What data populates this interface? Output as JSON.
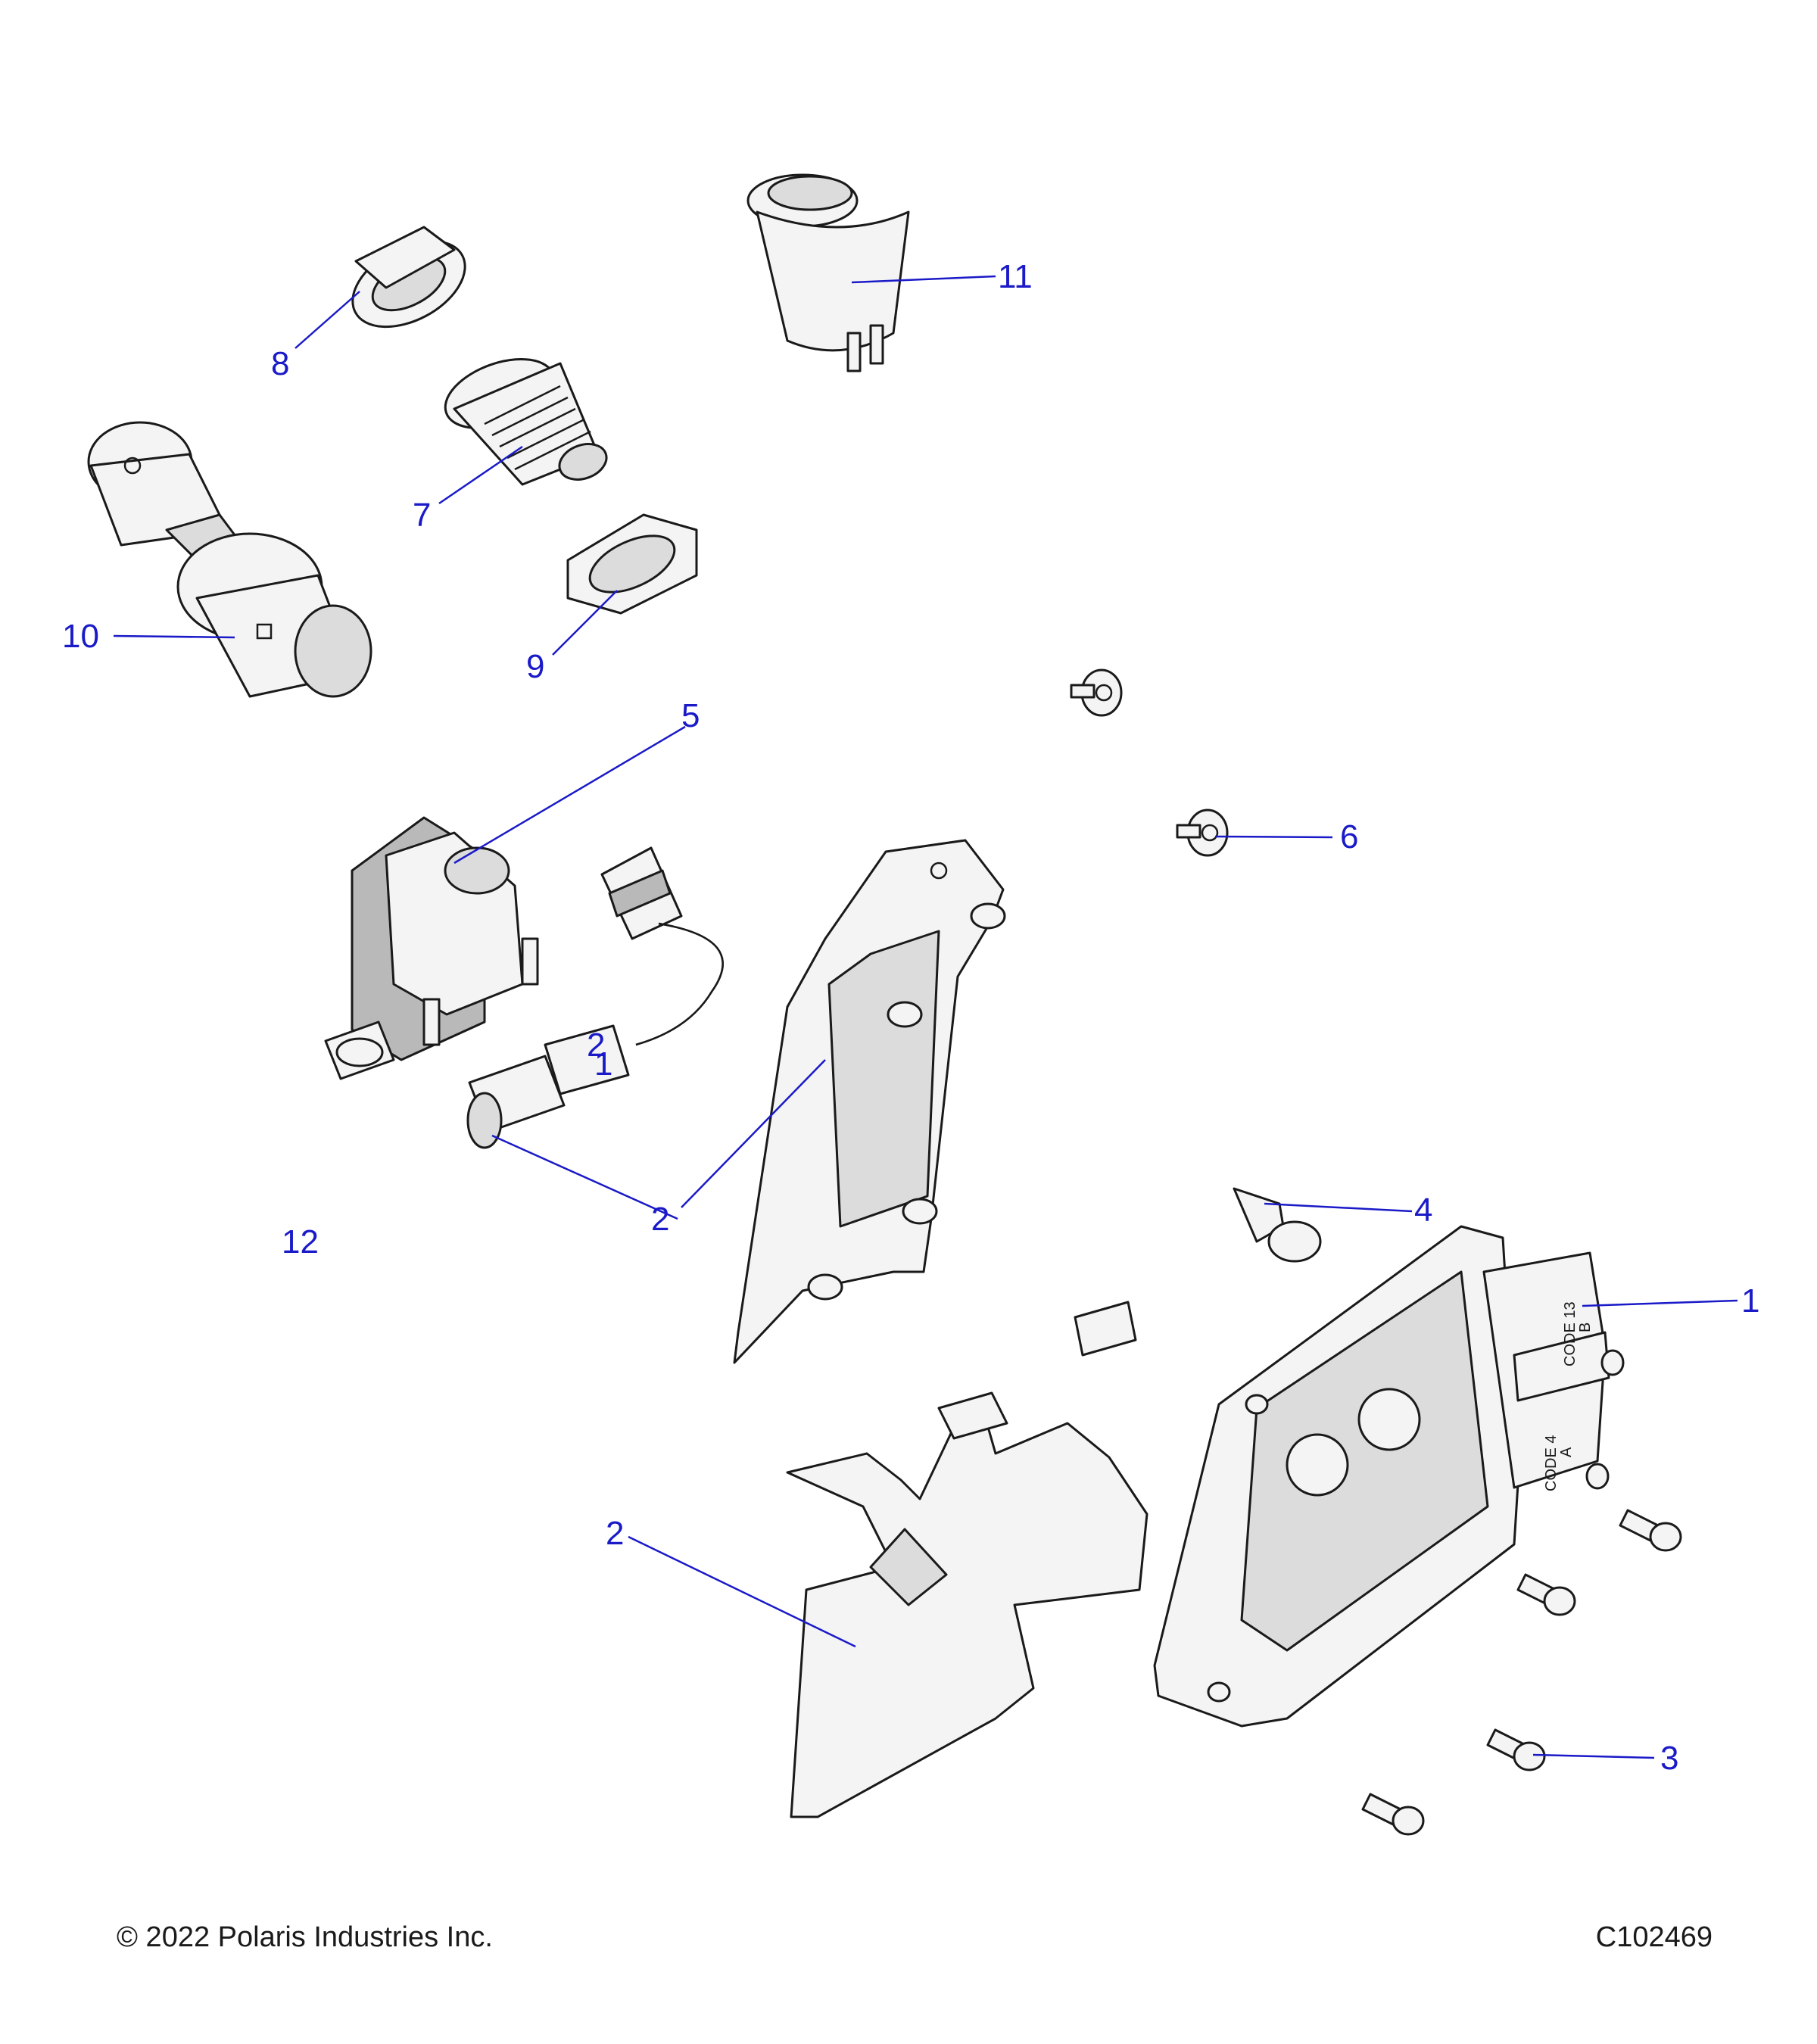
{
  "diagram": {
    "callouts": [
      "1",
      "2",
      "2",
      "3",
      "4",
      "5",
      "6",
      "7",
      "8",
      "9",
      "10",
      "11",
      "12"
    ],
    "ecu_labels": [
      "CODE 13",
      "B",
      "CODE 4",
      "A"
    ],
    "harness_pins": [
      "2",
      "1"
    ],
    "colors": {
      "leader": "#1a1ac8",
      "part_fill": "#f4f4f4",
      "part_shade": "#dcdcdc",
      "outline": "#1a1a1a"
    }
  },
  "footer": {
    "copyright": "© 2022 Polaris Industries Inc.",
    "drawing_id": "C102469"
  }
}
